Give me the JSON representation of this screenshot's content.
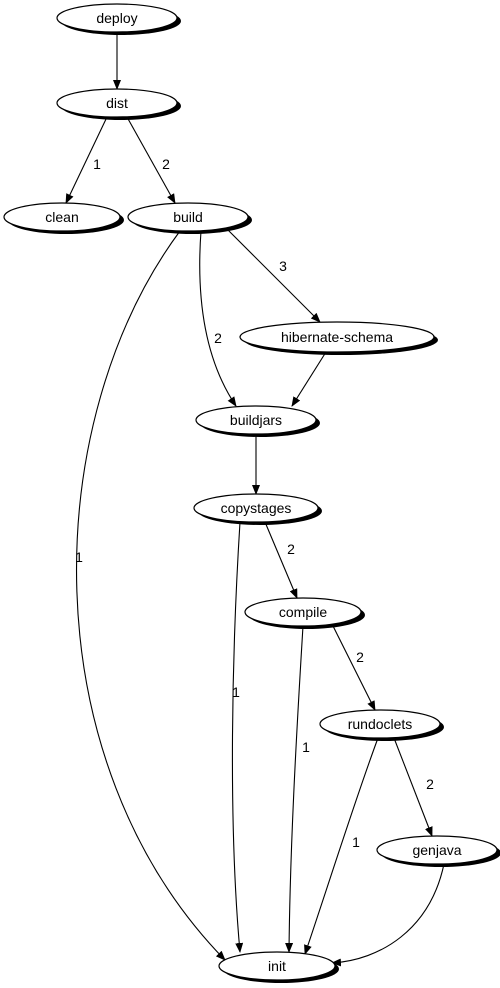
{
  "graph": {
    "nodes": [
      {
        "id": "deploy",
        "label": "deploy"
      },
      {
        "id": "dist",
        "label": "dist"
      },
      {
        "id": "clean",
        "label": "clean"
      },
      {
        "id": "build",
        "label": "build"
      },
      {
        "id": "hibernate-schema",
        "label": "hibernate-schema"
      },
      {
        "id": "buildjars",
        "label": "buildjars"
      },
      {
        "id": "copystages",
        "label": "copystages"
      },
      {
        "id": "compile",
        "label": "compile"
      },
      {
        "id": "rundoclets",
        "label": "rundoclets"
      },
      {
        "id": "genjava",
        "label": "genjava"
      },
      {
        "id": "init",
        "label": "init"
      }
    ],
    "edges": [
      {
        "from": "deploy",
        "to": "dist",
        "label": ""
      },
      {
        "from": "dist",
        "to": "clean",
        "label": "1"
      },
      {
        "from": "dist",
        "to": "build",
        "label": "2"
      },
      {
        "from": "build",
        "to": "init",
        "label": "1"
      },
      {
        "from": "build",
        "to": "buildjars",
        "label": "2"
      },
      {
        "from": "build",
        "to": "hibernate-schema",
        "label": "3"
      },
      {
        "from": "hibernate-schema",
        "to": "buildjars",
        "label": ""
      },
      {
        "from": "buildjars",
        "to": "copystages",
        "label": ""
      },
      {
        "from": "copystages",
        "to": "init",
        "label": "1"
      },
      {
        "from": "copystages",
        "to": "compile",
        "label": "2"
      },
      {
        "from": "compile",
        "to": "init",
        "label": "1"
      },
      {
        "from": "compile",
        "to": "rundoclets",
        "label": "2"
      },
      {
        "from": "rundoclets",
        "to": "init",
        "label": "1"
      },
      {
        "from": "rundoclets",
        "to": "genjava",
        "label": "2"
      },
      {
        "from": "genjava",
        "to": "init",
        "label": ""
      }
    ]
  }
}
